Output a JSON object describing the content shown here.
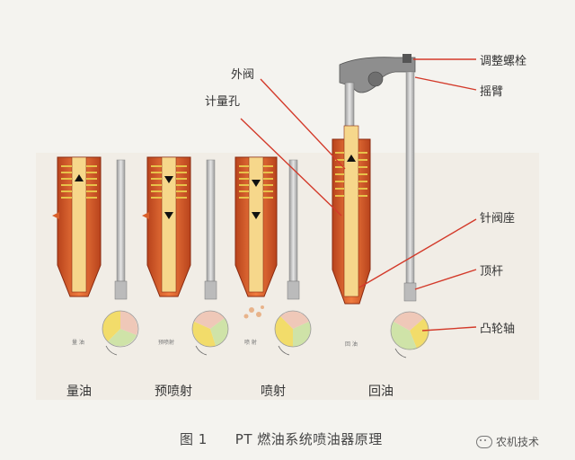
{
  "callouts": {
    "adjust_screw": "调整螺栓",
    "rocker_arm": "摇臂",
    "outer_valve": "外阀",
    "metering_orifice": "计量孔",
    "needle_seat": "针阀座",
    "push_rod": "顶杆",
    "camshaft": "凸轮轴"
  },
  "stages": [
    {
      "label": "量油",
      "tiny": "量 油"
    },
    {
      "label": "预喷射",
      "tiny": "预喷射"
    },
    {
      "label": "喷射",
      "tiny": "喷 射"
    },
    {
      "label": "回油",
      "tiny": "回 油"
    }
  ],
  "caption": "图 1　　PT 燃油系统喷油器原理",
  "watermark": "农机技术",
  "colors": {
    "injector_body": "#d9602a",
    "injector_dark": "#8a2a10",
    "spring": "#e7c24a",
    "leader_line": "#d33a2a",
    "cam_green": "#cfe3a8",
    "cam_yellow": "#f2dc6a",
    "cam_pink": "#efc8b8",
    "rod": "#c9c9c9"
  },
  "icons": [
    "wechat-icon",
    "direction-arrow-icon"
  ]
}
